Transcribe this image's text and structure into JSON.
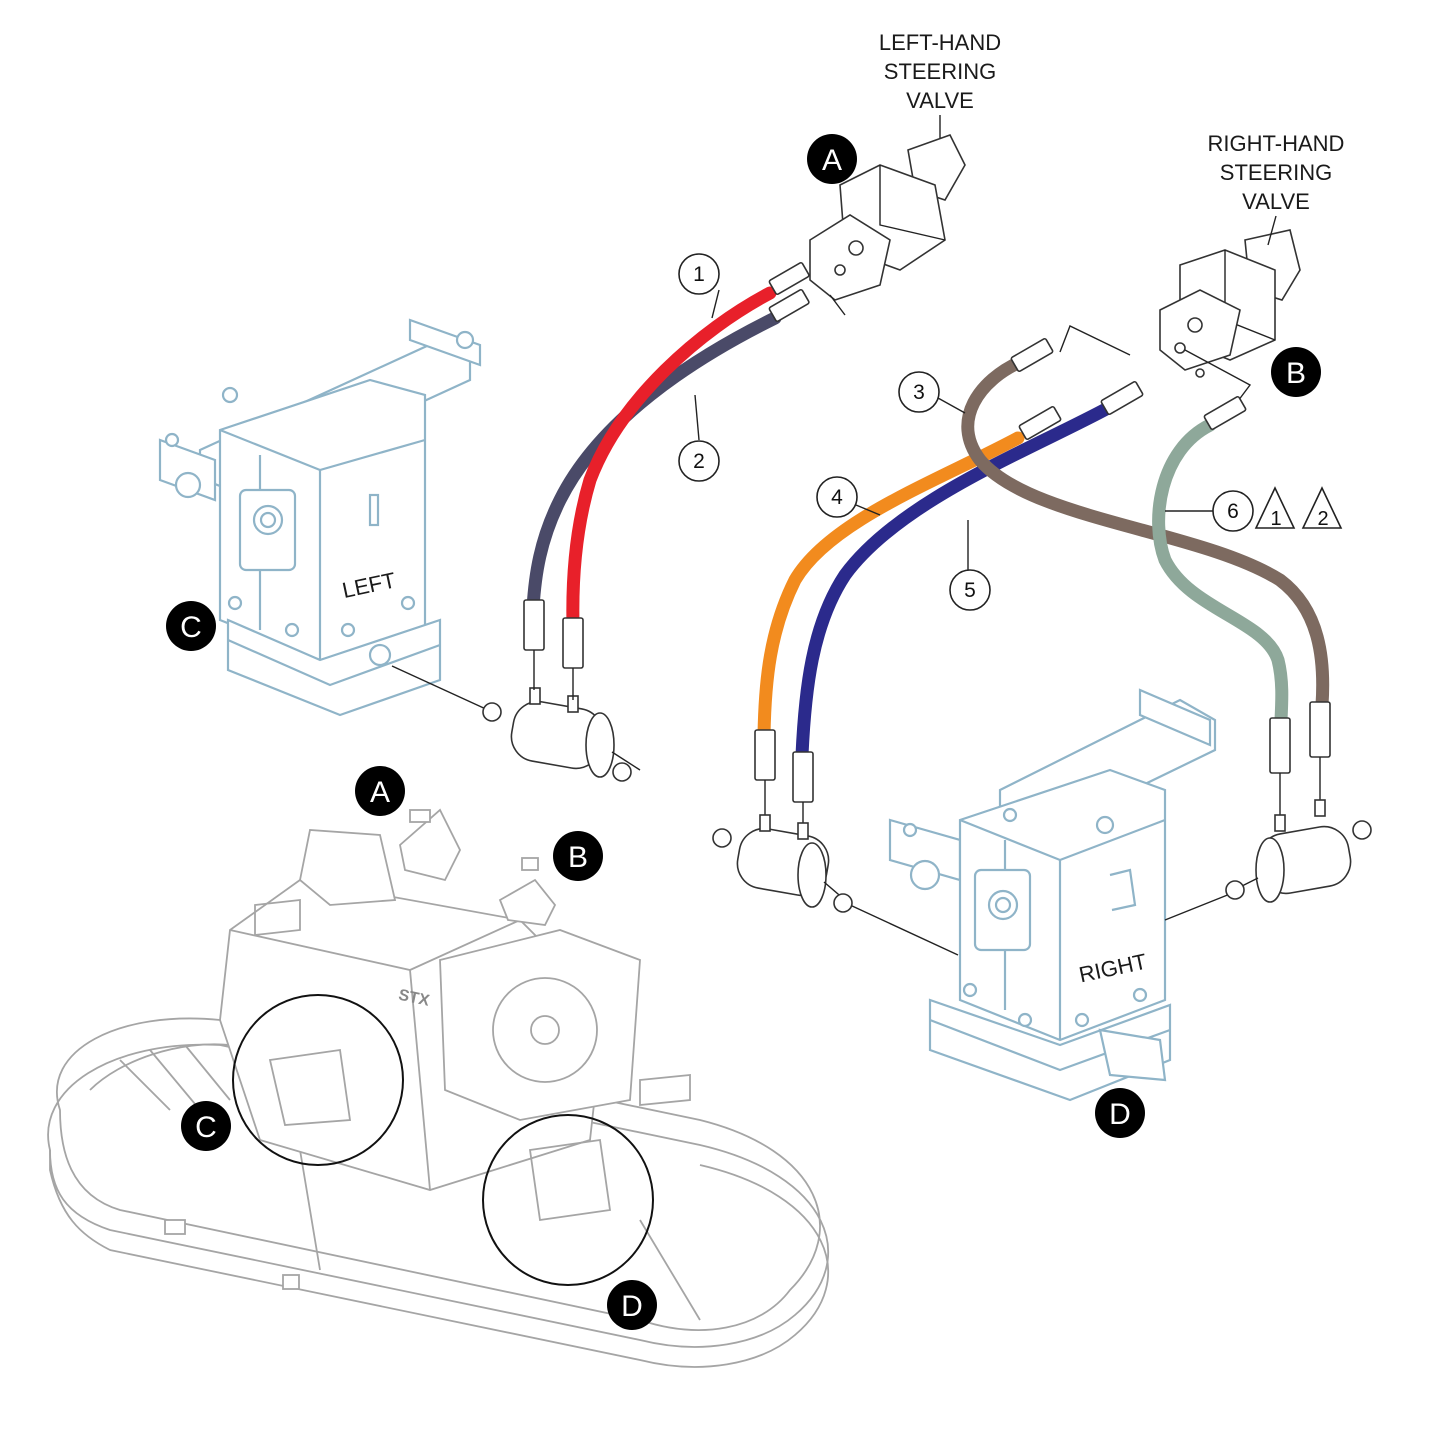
{
  "labels": {
    "lh_valve": [
      "LEFT-HAND",
      "STEERING",
      "VALVE"
    ],
    "rh_valve": [
      "RIGHT-HAND",
      "STEERING",
      "VALVE"
    ],
    "left_unit": "LEFT",
    "right_unit": "RIGHT",
    "brand": "STX"
  },
  "callouts": {
    "A": "A",
    "B": "B",
    "C": "C",
    "D": "D"
  },
  "hoses": [
    {
      "num": "1",
      "color": "#e8202a"
    },
    {
      "num": "2",
      "color": "#4a4a68"
    },
    {
      "num": "3",
      "color": "#7d6a60"
    },
    {
      "num": "4",
      "color": "#f28b1e"
    },
    {
      "num": "5",
      "color": "#2b2a8c"
    },
    {
      "num": "6",
      "color": "#8ea89a"
    }
  ],
  "warnings": [
    "1",
    "2"
  ],
  "colors": {
    "gearbox": "#8fb4c8",
    "machine": "#a5a5a5",
    "callout_fill": "#000000"
  }
}
